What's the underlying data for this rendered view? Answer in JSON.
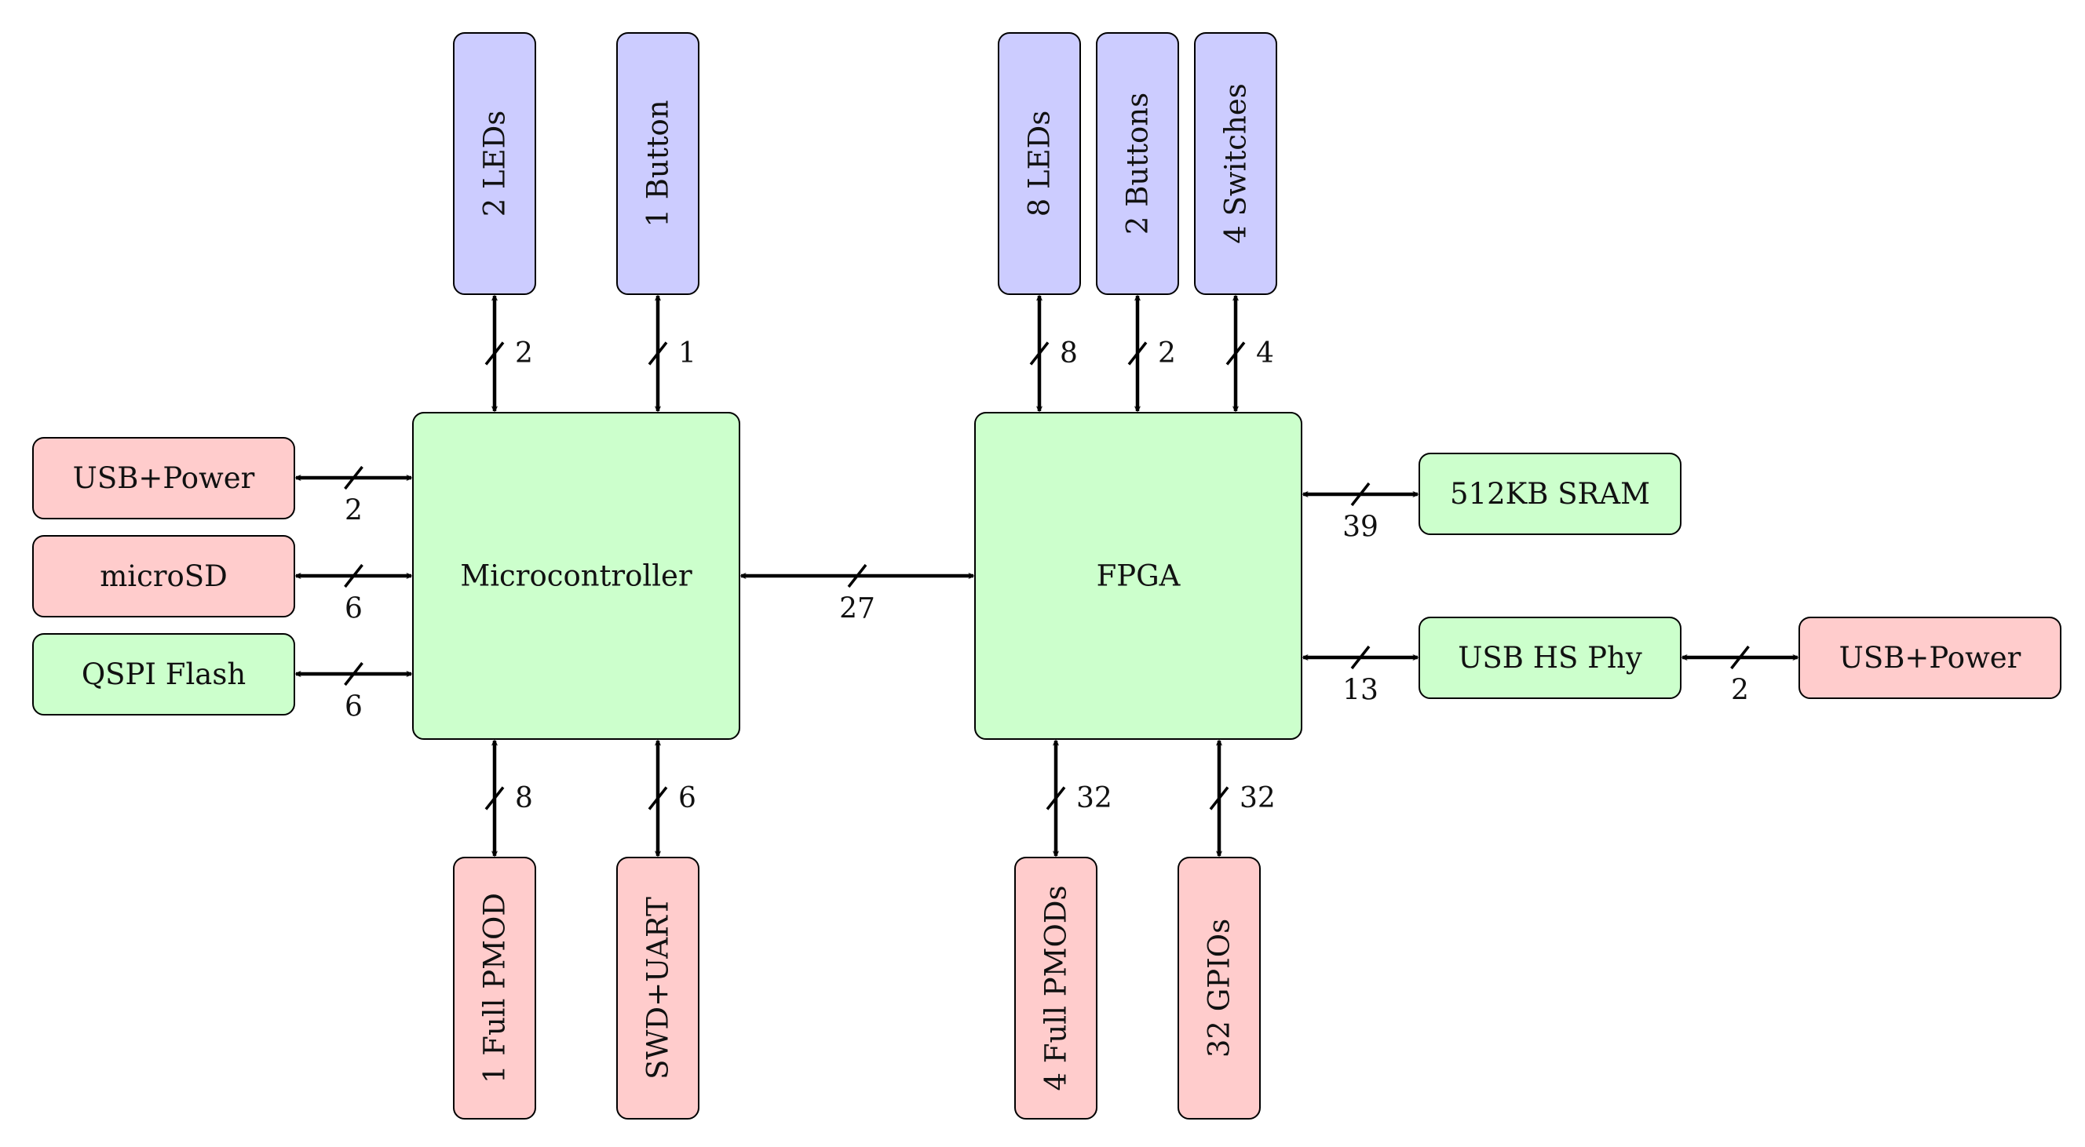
{
  "colors": {
    "blue": "#ccccff",
    "green": "#ccffcc",
    "red": "#ffcccc",
    "stroke": "#000000"
  },
  "blocks": {
    "microcontroller": "Microcontroller",
    "fpga": "FPGA"
  },
  "peripherals": {
    "mcu_leds": "2 LEDs",
    "mcu_button": "1 Button",
    "fpga_leds": "8 LEDs",
    "fpga_buttons": "2 Buttons",
    "fpga_switches": "4 Switches",
    "usb_power_left": "USB+Power",
    "microsd": "microSD",
    "qspi_flash": "QSPI Flash",
    "sram": "512KB SRAM",
    "usb_hs_phy": "USB HS Phy",
    "usb_power_right": "USB+Power",
    "mcu_pmod": "1 Full PMOD",
    "swd_uart": "SWD+UART",
    "fpga_pmods": "4 Full PMODs",
    "gpios": "32 GPIOs"
  },
  "buses": {
    "mcu_leds": "2",
    "mcu_button": "1",
    "fpga_leds": "8",
    "fpga_buttons": "2",
    "fpga_switches": "4",
    "usb_power_left": "2",
    "microsd": "6",
    "qspi_flash": "6",
    "mcu_fpga": "27",
    "sram": "39",
    "usb_hs_phy": "13",
    "usb_power_right": "2",
    "mcu_pmod": "8",
    "swd_uart": "6",
    "fpga_pmods": "32",
    "gpios": "32"
  }
}
